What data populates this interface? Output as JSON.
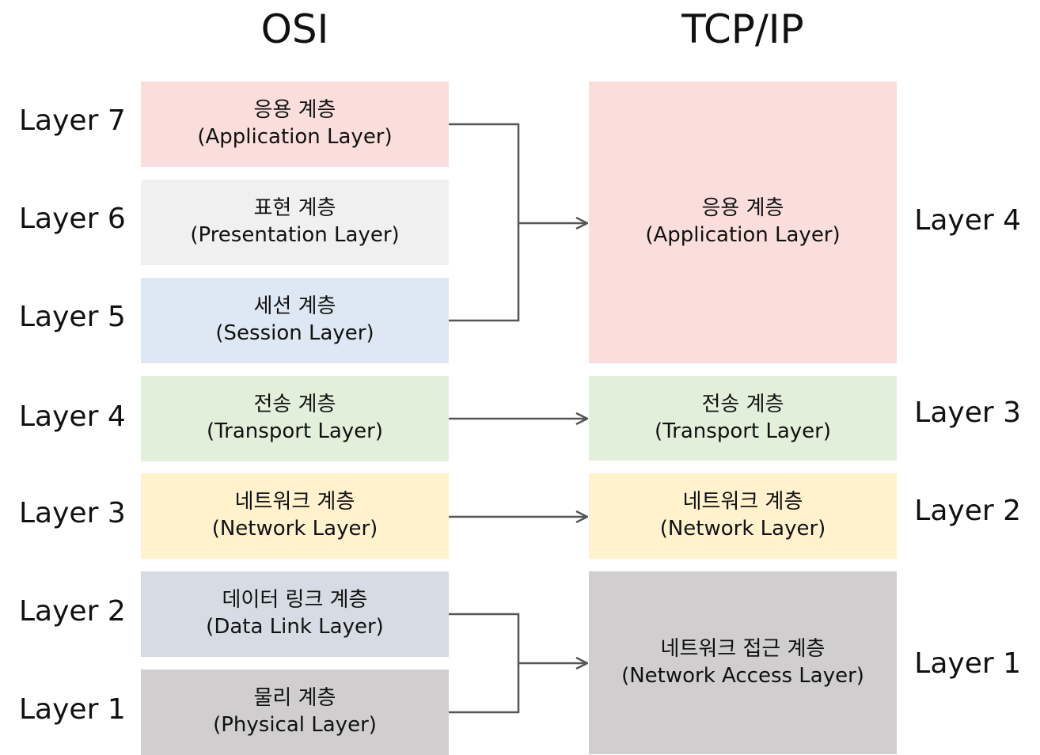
{
  "titles": {
    "osi": "OSI",
    "tcpip": "TCP/IP"
  },
  "osi": {
    "layers": [
      {
        "label": "Layer 7",
        "name_ko": "응용 계층",
        "name_en": "(Application Layer)",
        "color": "#fadedb"
      },
      {
        "label": "Layer 6",
        "name_ko": "표현 계층",
        "name_en": "(Presentation Layer)",
        "color": "#f0f0f0"
      },
      {
        "label": "Layer 5",
        "name_ko": "세션 계층",
        "name_en": "(Session Layer)",
        "color": "#dde8f4"
      },
      {
        "label": "Layer 4",
        "name_ko": "전송 계층",
        "name_en": "(Transport Layer)",
        "color": "#e2efda"
      },
      {
        "label": "Layer 3",
        "name_ko": "네트워크 계층",
        "name_en": "(Network Layer)",
        "color": "#fff2cc"
      },
      {
        "label": "Layer 2",
        "name_ko": "데이터 링크 계층",
        "name_en": "(Data Link Layer)",
        "color": "#d6dce4"
      },
      {
        "label": "Layer 1",
        "name_ko": "물리 계층",
        "name_en": "(Physical Layer)",
        "color": "#d0cece"
      }
    ]
  },
  "tcpip": {
    "layers": [
      {
        "label": "Layer 4",
        "name_ko": "응용 계층",
        "name_en": "(Application Layer)",
        "color": "#fadedb"
      },
      {
        "label": "Layer 3",
        "name_ko": "전송 계층",
        "name_en": "(Transport Layer)",
        "color": "#e2efda"
      },
      {
        "label": "Layer 2",
        "name_ko": "네트워크 계층",
        "name_en": "(Network Layer)",
        "color": "#fff2cc"
      },
      {
        "label": "Layer 1",
        "name_ko": "네트워크 접근 계층",
        "name_en": "(Network Access Layer)",
        "color": "#d0cece"
      }
    ]
  },
  "connector_color": "#555555"
}
